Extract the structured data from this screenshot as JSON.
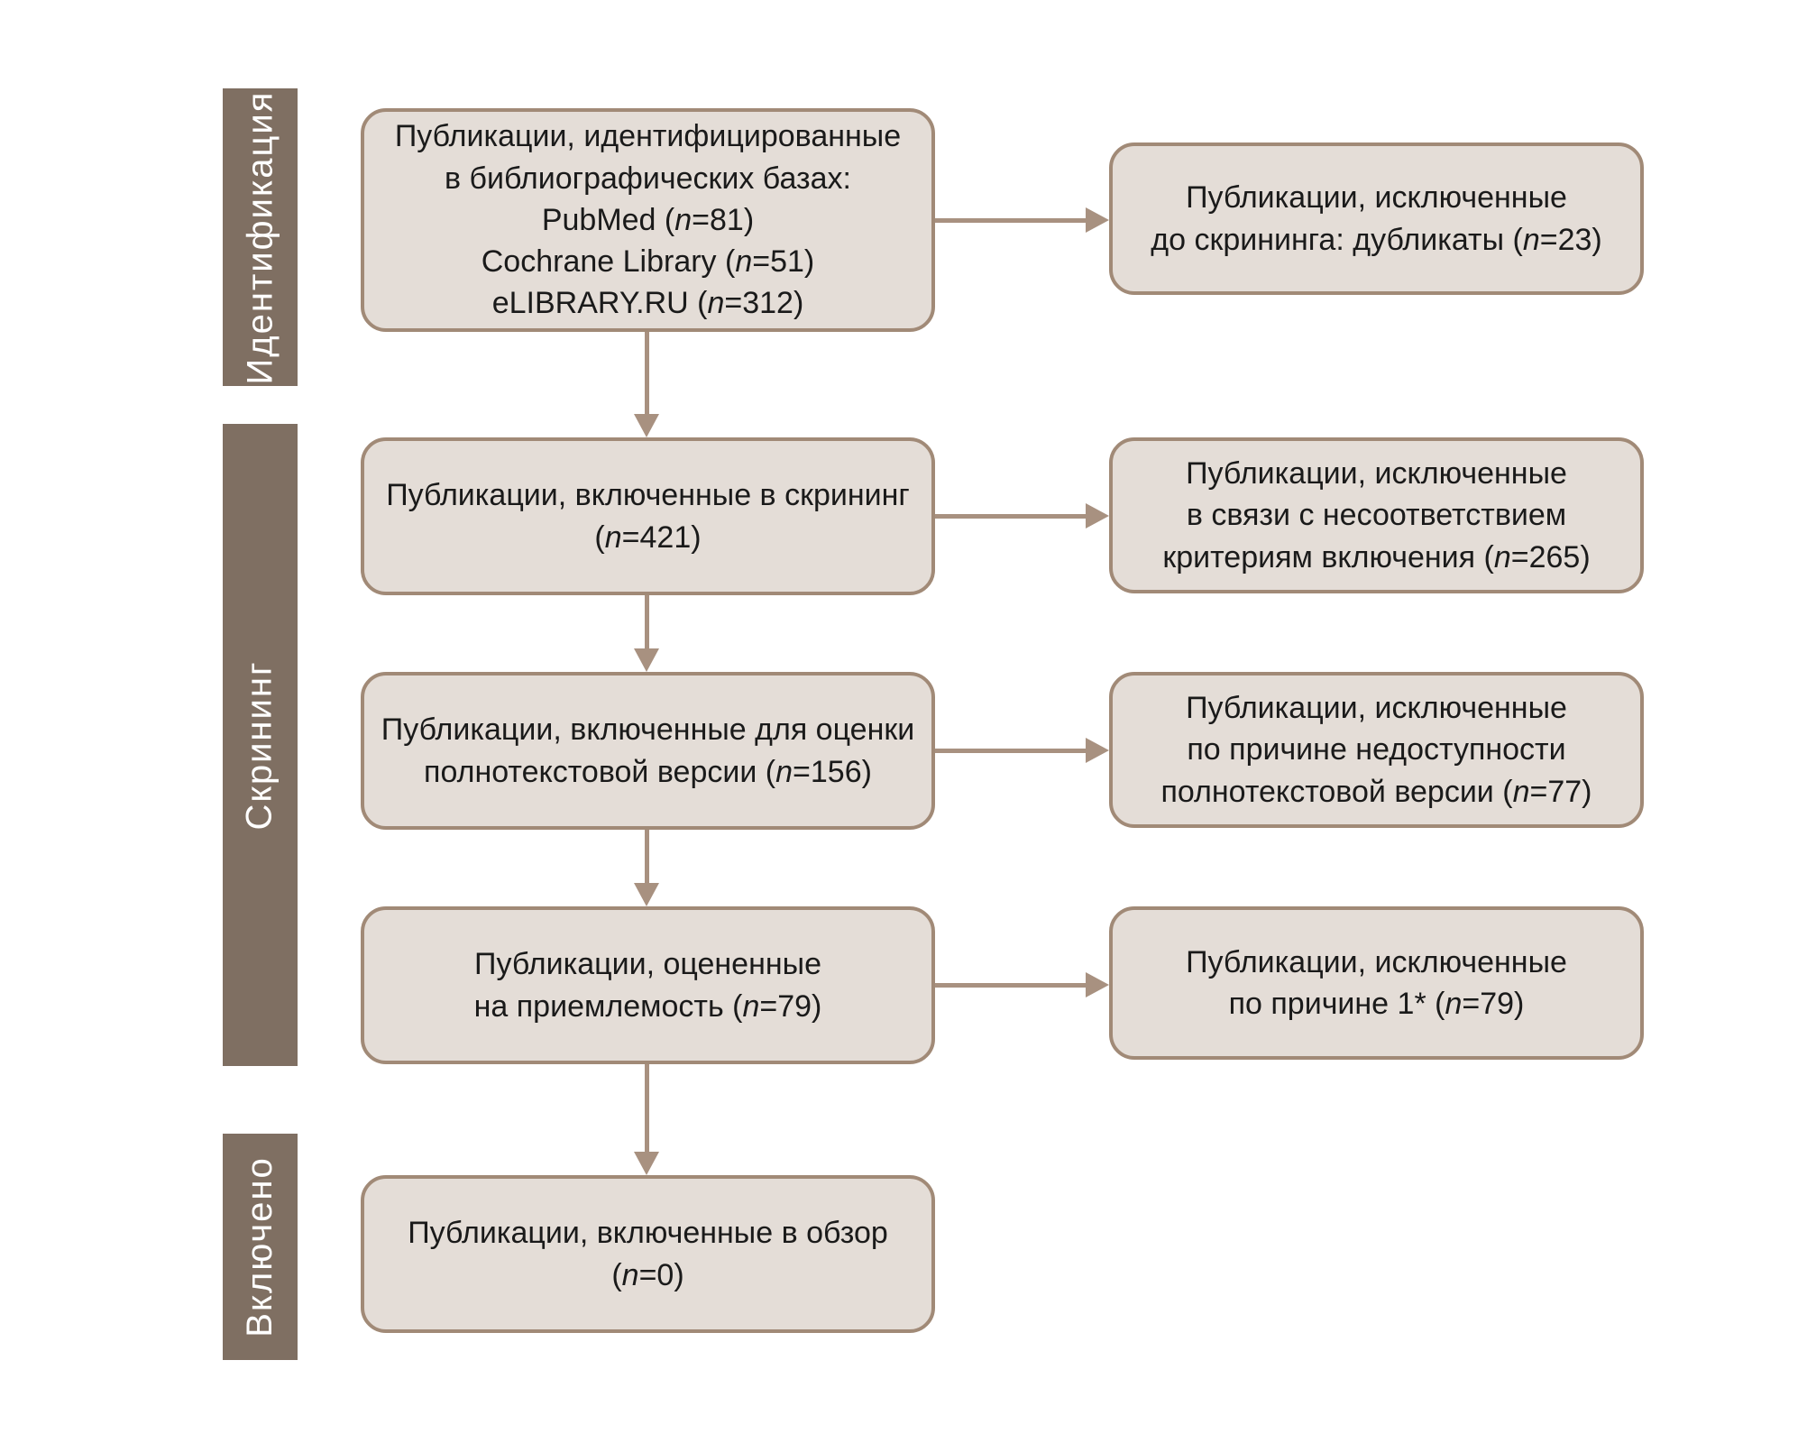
{
  "palette": {
    "box_fill": "#e4ddd7",
    "box_border": "#a18a77",
    "arrow": "#a89180",
    "stage_bar_fill": "#7f6f62",
    "stage_bar_text": "#ffffff",
    "text": "#1a1a1a",
    "background": "#ffffff"
  },
  "sidebar": {
    "stages": [
      {
        "label": "Идентификация"
      },
      {
        "label": "Скрининг"
      },
      {
        "label": "Включено"
      }
    ]
  },
  "flow": {
    "main_boxes": [
      {
        "lines": [
          "Публикации, идентифицированные",
          "в библиографических базах:",
          "PubMed (n=81)",
          "Cochrane Library (n=51)",
          "eLIBRARY.RU (n=312)"
        ]
      },
      {
        "lines": [
          "Публикации, включенные в скрининг",
          "(n=421)"
        ]
      },
      {
        "lines": [
          "Публикации, включенные для оценки",
          "полнотекстовой версии (n=156)"
        ]
      },
      {
        "lines": [
          "Публикации, оцененные",
          "на приемлемость (n=79)"
        ]
      },
      {
        "lines": [
          "Публикации, включенные в обзор",
          "(n=0)"
        ]
      }
    ],
    "side_boxes": [
      {
        "lines": [
          "Публикации, исключенные",
          "до скрининга: дубликаты (n=23)"
        ]
      },
      {
        "lines": [
          "Публикации, исключенные",
          "в связи с несоответствием",
          "критериям включения (n=265)"
        ]
      },
      {
        "lines": [
          "Публикации, исключенные",
          "по причине недоступности",
          "полнотекстовой версии (n=77)"
        ]
      },
      {
        "lines": [
          "Публикации, исключенные",
          "по причине 1* (n=79)"
        ]
      }
    ]
  }
}
